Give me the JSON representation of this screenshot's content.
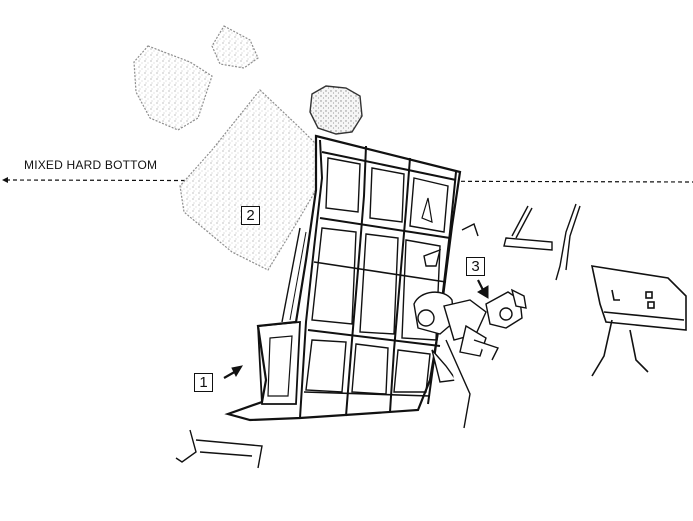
{
  "annotations": {
    "zone_label": "MIXED HARD BOTTOM"
  },
  "callouts": [
    {
      "number": "1"
    },
    {
      "number": "2"
    },
    {
      "number": "3"
    }
  ],
  "colors": {
    "ink": "#111111",
    "sediment": "#cfcfcf",
    "background": "#ffffff"
  }
}
